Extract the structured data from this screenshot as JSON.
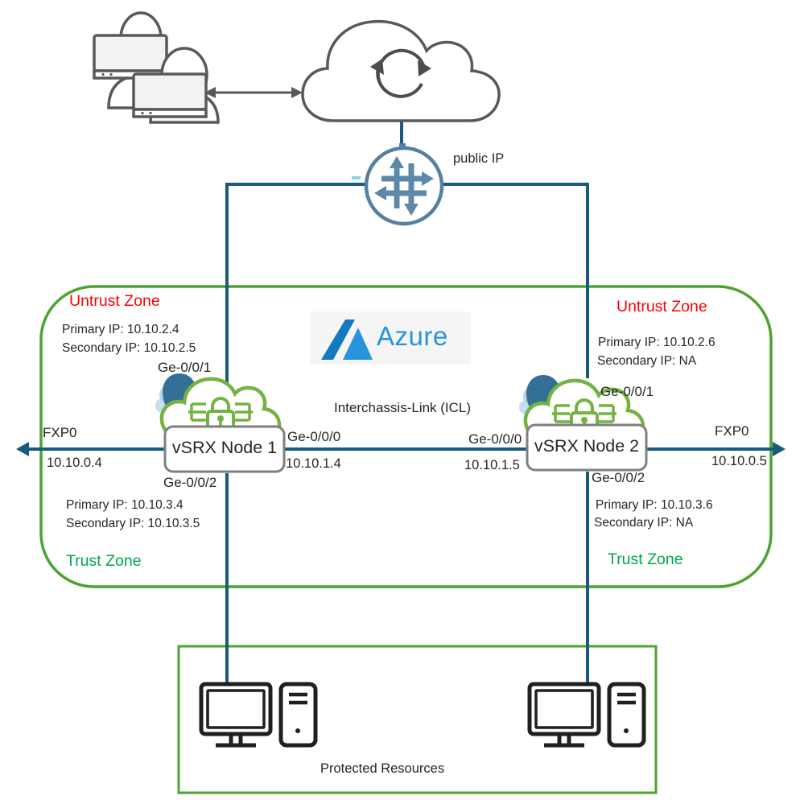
{
  "colors": {
    "line_teal": "#185C7D",
    "zone_green": "#4CA330",
    "trust_green": "#00A64F",
    "untrust_red": "#FF0000",
    "text_dark": "#262626",
    "router_blue": "#55809F",
    "router_arrow_blue": "#5E88A8",
    "node_green": "#74B342",
    "icon_gray": "#595959",
    "pc_black": "#1F1F1F",
    "box_gray": "#7F7F7F",
    "drop_blue": "#336F96",
    "puff_blue": "#9CC3E0",
    "azure_blue": "#2795DB",
    "azure_dark": "#1379C0",
    "logo_bg": "#F5F5F5"
  },
  "icons": {
    "users": "users-with-computers-icon",
    "cloud": "cloud-sync-icon",
    "router": "juniper-router-icon",
    "vsrx": "vsrx-cloud-lock-icon",
    "pc": "desktop-computer-icon"
  },
  "header": {
    "public_ip_label": "public IP"
  },
  "azure_logo": {
    "text": "Azure"
  },
  "ha_zone": {
    "icl_label": "Interchassis-Link (ICL)",
    "untrust_left": {
      "title": "Untrust Zone",
      "primary_ip": "Primary IP: 10.10.2.4",
      "secondary_ip": "Secondary IP: 10.10.2.5"
    },
    "untrust_right": {
      "title": "Untrust Zone",
      "primary_ip": "Primary IP: 10.10.2.6",
      "secondary_ip": "Secondary IP: NA"
    },
    "trust_left": {
      "title": "Trust Zone",
      "primary_ip": "Primary IP: 10.10.3.4",
      "secondary_ip": "Secondary IP: 10.10.3.5"
    },
    "trust_right": {
      "title": "Trust Zone",
      "primary_ip": "Primary IP: 10.10.3.6",
      "secondary_ip": "Secondary IP: NA"
    }
  },
  "node1": {
    "label": "vSRX Node 1",
    "if_ge001": "Ge-0/0/1",
    "if_ge000": "Ge-0/0/0",
    "ge000_ip": "10.10.1.4",
    "if_ge002": "Ge-0/0/2",
    "if_fxp0": "FXP0",
    "fxp0_ip": "10.10.0.4"
  },
  "node2": {
    "label": "vSRX Node 2",
    "if_ge001": "Ge-0/0/1",
    "if_ge000": "Ge-0/0/0",
    "ge000_ip": "10.10.1.5",
    "if_ge002": "Ge-0/0/2",
    "if_fxp0": "FXP0",
    "fxp0_ip": "10.10.0.5"
  },
  "protected_resources": {
    "label": "Protected Resources"
  }
}
